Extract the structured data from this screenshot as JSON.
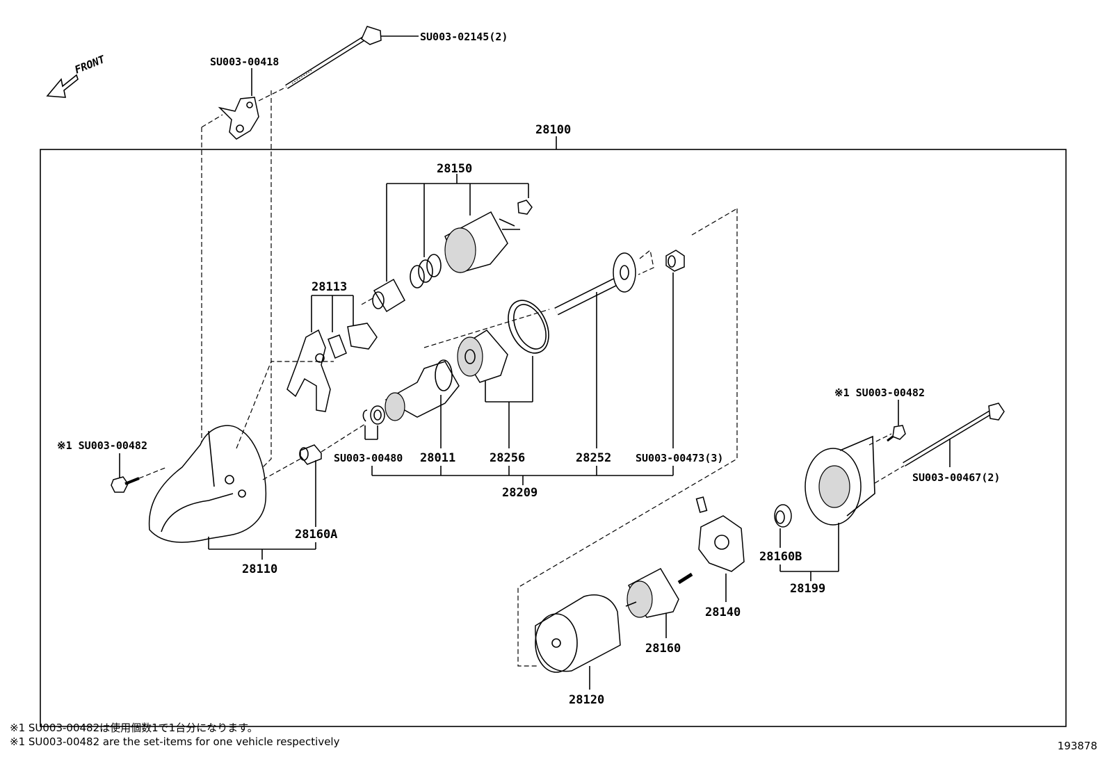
{
  "orientation": {
    "label": "FRONT"
  },
  "callouts": {
    "c28100": "28100",
    "c28150": "28150",
    "c28113": "28113",
    "c28011": "28011",
    "c28256": "28256",
    "c28252": "28252",
    "c28209": "28209",
    "c28160a": "28160A",
    "c28110": "28110",
    "c28120": "28120",
    "c28160": "28160",
    "c28140": "28140",
    "c28160b": "28160B",
    "c28199": "28199",
    "su_bolt_top": "SU003-02145(2)",
    "su_bracket": "SU003-00418",
    "su_bolt_left": "※1 SU003-00482",
    "su_snap": "SU003-00480",
    "su_nut": "SU003-00473(3)",
    "su_bolt_right": "※1 SU003-00482",
    "su_thru_bolt": "SU003-00467(2)"
  },
  "footnotes": {
    "ja": "※1  SU003-00482は使用個数1で1台分になります。",
    "en": "※1  SU003-00482 are the set-items for one vehicle respectively"
  },
  "doc_id": "193878",
  "colors": {
    "line": "#000000",
    "background": "#ffffff",
    "shade": "#d8d8d8"
  }
}
